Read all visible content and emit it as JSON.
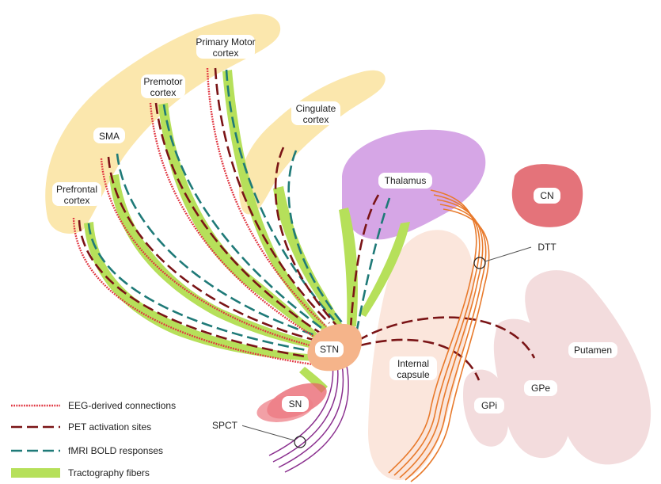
{
  "regions": {
    "primary_motor": [
      "Primary Motor",
      "cortex"
    ],
    "premotor": [
      "Premotor",
      "cortex"
    ],
    "sma": "SMA",
    "prefrontal": [
      "Prefrontal",
      "cortex"
    ],
    "cingulate": [
      "Cingulate",
      "cortex"
    ],
    "thalamus": "Thalamus",
    "cn": "CN",
    "dtt": "DTT",
    "stn": "STN",
    "internal_capsule": [
      "Internal",
      "capsule"
    ],
    "putamen": "Putamen",
    "gpe": "GPe",
    "gpi": "GPi",
    "sn": "SN",
    "spct": "SPCT"
  },
  "legend": [
    {
      "label": "EEG-derived connections",
      "style": "eeg",
      "color": "#e0343f"
    },
    {
      "label": "PET activation sites",
      "style": "pet",
      "color": "#7a1416"
    },
    {
      "label": "fMRI BOLD responses",
      "style": "fmri",
      "color": "#1f7a78"
    },
    {
      "label": "Tractography fibers",
      "style": "tract",
      "color": "#b6e05a"
    }
  ],
  "colors": {
    "cortex": "#fbe7ad",
    "thalamus": "#d6a6e6",
    "cn": "#e4737a",
    "stn": "#f5b48a",
    "sn": "#e8606b",
    "basal_ganglia": "#f3dcdd",
    "internal_capsule": "#fbe6dc",
    "dtt": "#e87a2c",
    "spct": "#8a2f8e"
  }
}
